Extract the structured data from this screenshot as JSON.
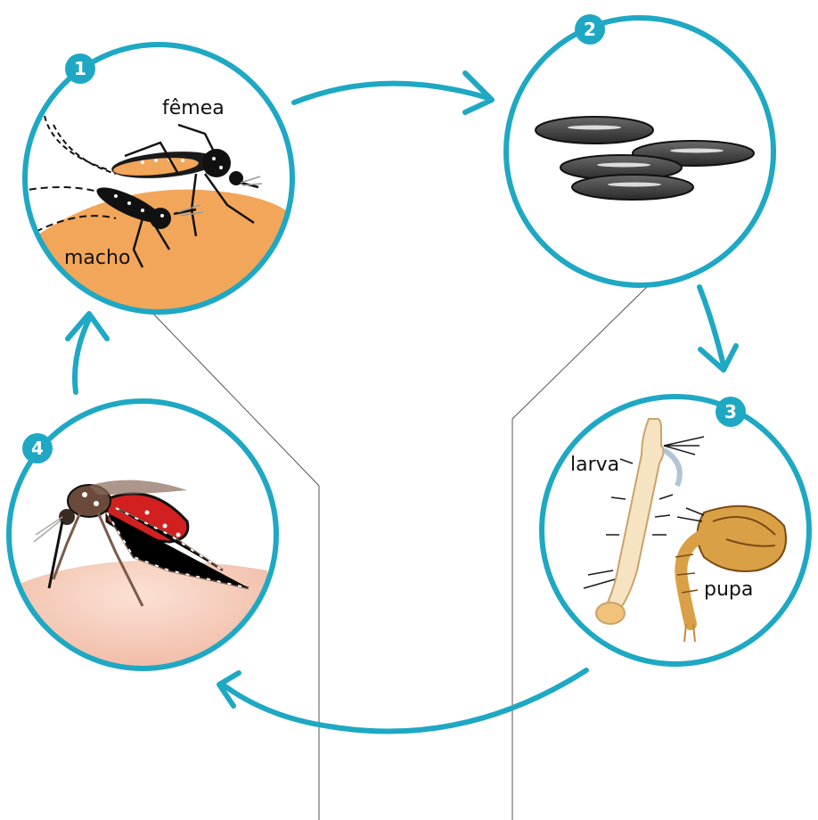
{
  "colors": {
    "ring": "#1EA8C4",
    "skin_orange": "#F2A65A",
    "skin_pink": "#F4C3B0",
    "egg": "#3C3C3C",
    "larva": "#F6E3C2",
    "pupa": "#D9A046",
    "blood": "#D21F1F",
    "line": "#555555"
  },
  "stages": [
    {
      "number": "1",
      "label_female": "fêmea",
      "label_male": "macho",
      "icon": "mating-mosquitoes"
    },
    {
      "number": "2",
      "icon": "eggs"
    },
    {
      "number": "3",
      "label_larva": "larva",
      "label_pupa": "pupa",
      "icon": "larva-and-pupa"
    },
    {
      "number": "4",
      "icon": "feeding-mosquito"
    }
  ]
}
